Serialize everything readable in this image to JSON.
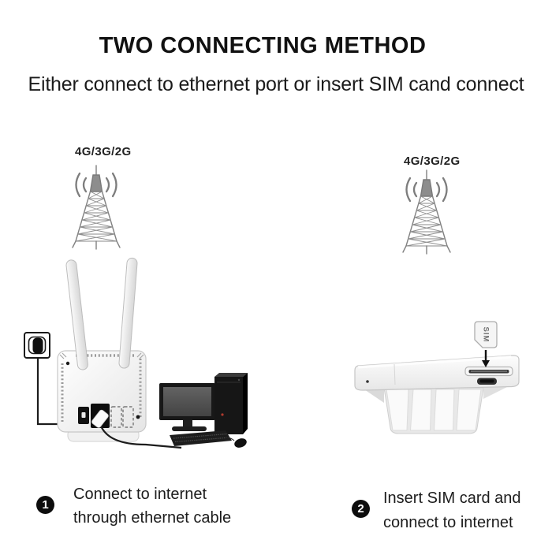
{
  "title": "TWO CONNECTING METHOD",
  "subtitle": "Either connect to ethernet port or insert SIM cand connect",
  "left_section": {
    "network_label": "4G/3G/2G",
    "step_number": "1",
    "caption_line1": "Connect to internet",
    "caption_line2": "through ethernet cable"
  },
  "right_section": {
    "network_label": "4G/3G/2G",
    "sim_card_label": "SIM",
    "step_number": "2",
    "caption_line1": "Insert SIM card and",
    "caption_line2": "connect to internet"
  },
  "colors": {
    "background": "#ffffff",
    "text": "#161616",
    "tower_gray": "#818181",
    "device_white": "#f5f5f5",
    "device_outline": "#c8c8c8",
    "dark_accent": "#0d0d0d"
  }
}
